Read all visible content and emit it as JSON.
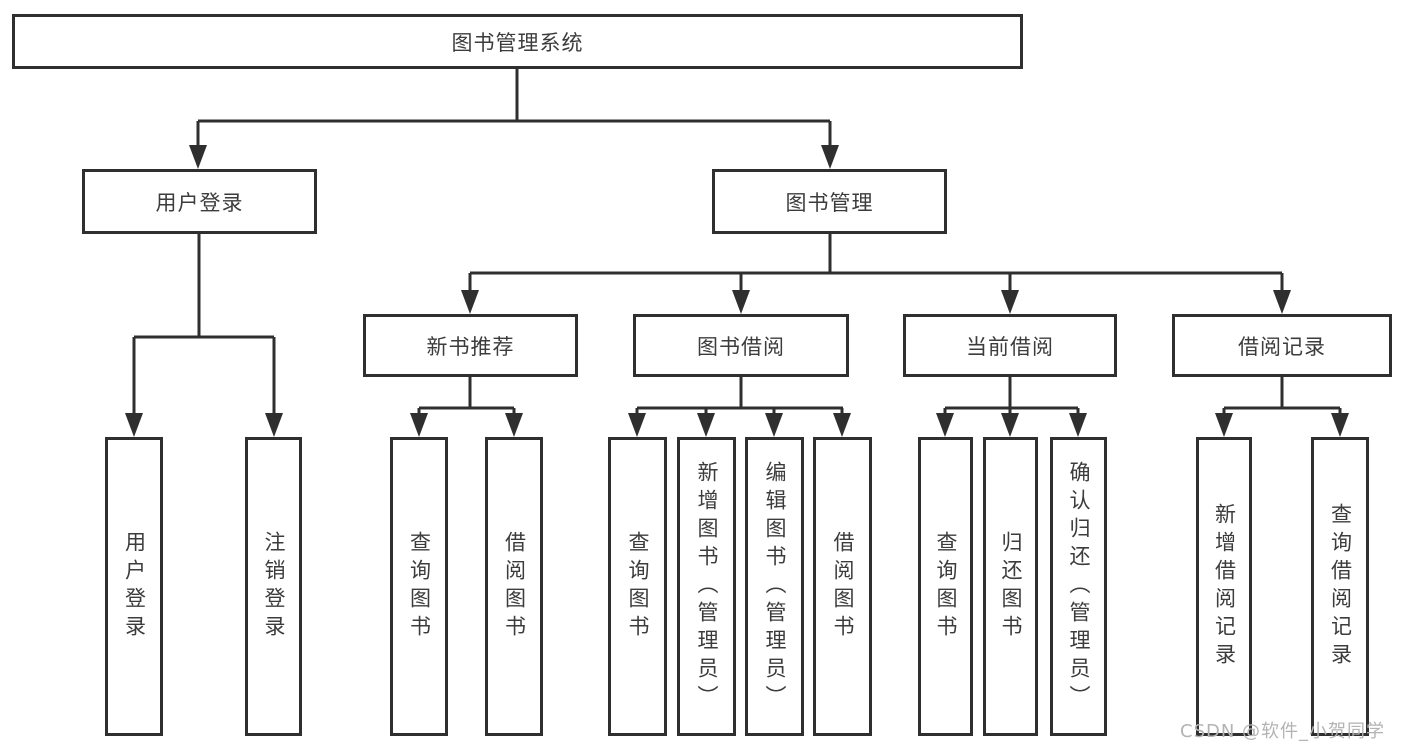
{
  "diagram": {
    "root": {
      "label": "图书管理系统"
    },
    "branches": [
      {
        "label": "用户登录",
        "children": [
          {
            "label": "用户登录"
          },
          {
            "label": "注销登录"
          }
        ]
      },
      {
        "label": "图书管理",
        "children": [
          {
            "label": "新书推荐",
            "children": [
              {
                "label": "查询图书"
              },
              {
                "label": "借阅图书"
              }
            ]
          },
          {
            "label": "图书借阅",
            "children": [
              {
                "label": "查询图书"
              },
              {
                "label": "新增图书（管理员）"
              },
              {
                "label": "编辑图书（管理员）"
              },
              {
                "label": "借阅图书"
              }
            ]
          },
          {
            "label": "当前借阅",
            "children": [
              {
                "label": "查询图书"
              },
              {
                "label": "归还图书"
              },
              {
                "label": "确认归还（管理员）"
              }
            ]
          },
          {
            "label": "借阅记录",
            "children": [
              {
                "label": "新增借阅记录"
              },
              {
                "label": "查询借阅记录"
              }
            ]
          }
        ]
      }
    ]
  },
  "watermark": {
    "text": "CSDN @软件_小贺同学",
    "color": "#b3b3b3"
  },
  "colors": {
    "line": "#2f2f2f",
    "border": "#2f2f2f",
    "text": "#3c3c3c",
    "background": "#ffffff"
  }
}
